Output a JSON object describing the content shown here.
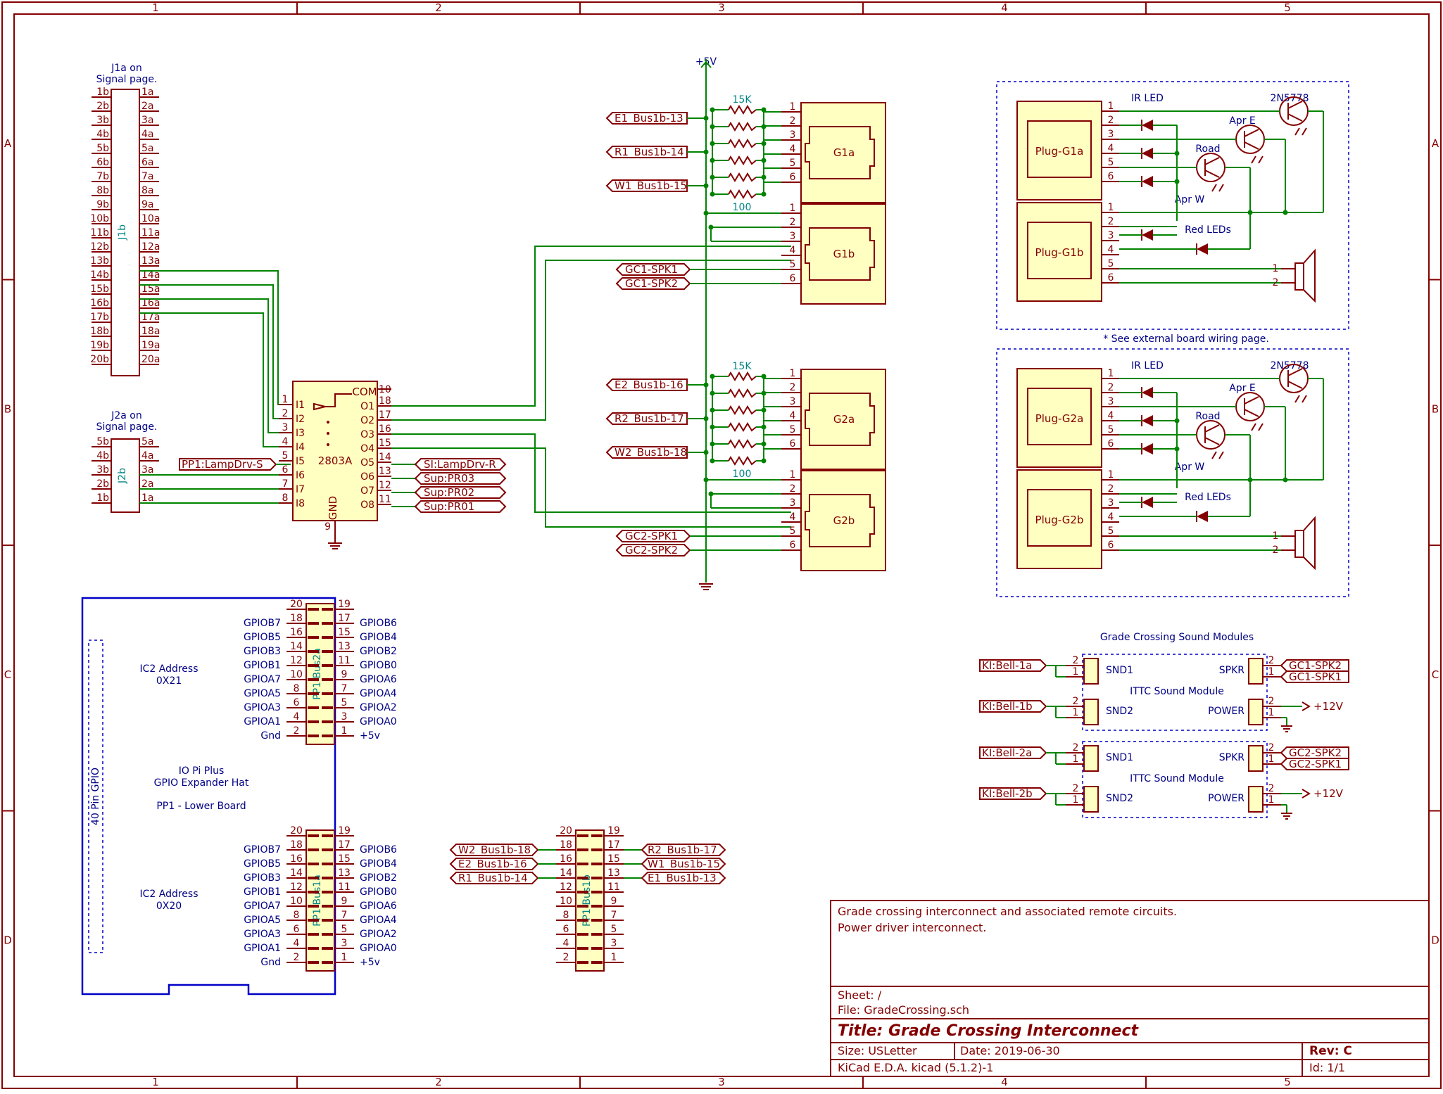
{
  "frame": {
    "columns": [
      "1",
      "2",
      "3",
      "4",
      "5"
    ],
    "rows": [
      "A",
      "B",
      "C",
      "D"
    ]
  },
  "connector_blocks": {
    "j1_note": [
      "J1a on",
      "Signal page."
    ],
    "j2_note": [
      "J2a on",
      "Signal page."
    ],
    "j1_ref": "J1b",
    "j2_ref": "J2b",
    "j1_left": [
      "1b",
      "2b",
      "3b",
      "4b",
      "5b",
      "6b",
      "7b",
      "8b",
      "9b",
      "10b",
      "11b",
      "12b",
      "13b",
      "14b",
      "15b",
      "16b",
      "17b",
      "18b",
      "19b",
      "20b"
    ],
    "j1_right": [
      "1a",
      "2a",
      "3a",
      "4a",
      "5a",
      "6a",
      "7a",
      "8a",
      "9a",
      "10a",
      "11a",
      "12a",
      "13a",
      "14a",
      "15a",
      "16a",
      "17a",
      "18a",
      "19a",
      "20a"
    ],
    "j2_left": [
      "5b",
      "4b",
      "3b",
      "2b",
      "1b"
    ],
    "j2_right": [
      "5a",
      "4a",
      "3a",
      "2a",
      "1a"
    ]
  },
  "driver": {
    "ref": "2803A",
    "com": "COM",
    "gnd": "GND",
    "gnd_pin": "9",
    "inputs": [
      "I1",
      "I2",
      "I3",
      "I4",
      "I5",
      "I6",
      "I7",
      "I8"
    ],
    "input_pins": [
      "1",
      "2",
      "3",
      "4",
      "5",
      "6",
      "7",
      "8"
    ],
    "outputs": [
      "O1",
      "O2",
      "O3",
      "O4",
      "O5",
      "O6",
      "O7",
      "O8"
    ],
    "output_pins": [
      "18",
      "17",
      "16",
      "15",
      "14",
      "13",
      "12",
      "11"
    ],
    "com_pin": "10",
    "label_in": "PP1:LampDrv-S",
    "labels_out": [
      "SI:LampDrv-R",
      "Sup:PR03",
      "Sup:PR02",
      "Sup:PR01"
    ]
  },
  "power": {
    "rail": "+5V",
    "resistor_top": "15K",
    "resistor_bottom": "100"
  },
  "plugs": {
    "g1a": "G1a",
    "g1b": "G1b",
    "g2a": "G2a",
    "g2b": "G2b",
    "pins": [
      "1",
      "2",
      "3",
      "4",
      "5",
      "6"
    ],
    "g1_labels": [
      "E1_Bus1b-13",
      "R1_Bus1b-14",
      "W1_Bus1b-15"
    ],
    "g1b_labels": [
      "GC1-SPK1",
      "GC1-SPK2"
    ],
    "g2_labels": [
      "E2_Bus1b-16",
      "R2_Bus1b-17",
      "W2_Bus1b-18"
    ],
    "g2b_labels": [
      "GC2-SPK1",
      "GC2-SPK2"
    ]
  },
  "remote": {
    "plug_g1a": "Plug-G1a",
    "plug_g1b": "Plug-G1b",
    "plug_g2a": "Plug-G2a",
    "plug_g2b": "Plug-G2b",
    "ir_led": "IR LED",
    "transistor": "2N5778",
    "apr_e": "Apr E",
    "road": "Road",
    "apr_w": "Apr W",
    "red_leds": "Red LEDs",
    "note": "* See external board wiring page."
  },
  "sound": {
    "title": "Grade Crossing Sound Modules",
    "module": "ITTC Sound Module",
    "snd1": "SND1",
    "snd2": "SND2",
    "spkr": "SPKR",
    "power": "POWER",
    "in_labels_1": [
      "KI:Bell-1a",
      "KI:Bell-1b"
    ],
    "in_labels_2": [
      "KI:Bell-2a",
      "KI:Bell-2b"
    ],
    "out_labels_1": [
      "GC1-SPK2",
      "GC1-SPK1"
    ],
    "out_labels_2": [
      "GC2-SPK2",
      "GC2-SPK1"
    ],
    "v12": "+12V"
  },
  "pi_hat": {
    "gpio_strip": "40 Pin GPIO",
    "title_lines": [
      "IO Pi Plus",
      "GPIO Expander Hat",
      "PP1 - Lower Board"
    ],
    "ic2_top": [
      "IC2 Address",
      "0X21"
    ],
    "ic2_bottom": [
      "IC2 Address",
      "0X20"
    ],
    "bus2a": "PP1-Bus2a",
    "bus1a": "PP1-Bus1a",
    "left_names": [
      "GPIOB7",
      "GPIOB5",
      "GPIOB3",
      "GPIOB1",
      "GPIOA7",
      "GPIOA5",
      "GPIOA3",
      "GPIOA1",
      "Gnd"
    ],
    "left_pins": [
      "20",
      "18",
      "16",
      "14",
      "12",
      "10",
      "8",
      "6",
      "4",
      "2"
    ],
    "right_pins": [
      "19",
      "17",
      "15",
      "13",
      "11",
      "9",
      "7",
      "5",
      "3",
      "1"
    ],
    "right_names": [
      "GPIOB6",
      "GPIOB4",
      "GPIOB2",
      "GPIOB0",
      "GPIOA6",
      "GPIOA4",
      "GPIOA2",
      "GPIOA0",
      "+5v"
    ]
  },
  "bus1b": {
    "ref": "PP1-Bus1b",
    "left_labels": [
      "W2_Bus1b-18",
      "E2_Bus1b-16",
      "R1_Bus1b-14"
    ],
    "right_labels": [
      "R2_Bus1b-17",
      "W1_Bus1b-15",
      "E1_Bus1b-13"
    ]
  },
  "title_block": {
    "comments": [
      "Grade crossing interconnect and associated remote circuits.",
      "Power driver interconnect."
    ],
    "sheet": "Sheet: /",
    "file": "File: GradeCrossing.sch",
    "title": "Title: Grade Crossing Interconnect",
    "size": "Size: USLetter",
    "date": "Date: 2019-06-30",
    "rev": "Rev: C",
    "tool": "KiCad E.D.A.  kicad (5.1.2)-1",
    "id": "Id: 1/1"
  }
}
